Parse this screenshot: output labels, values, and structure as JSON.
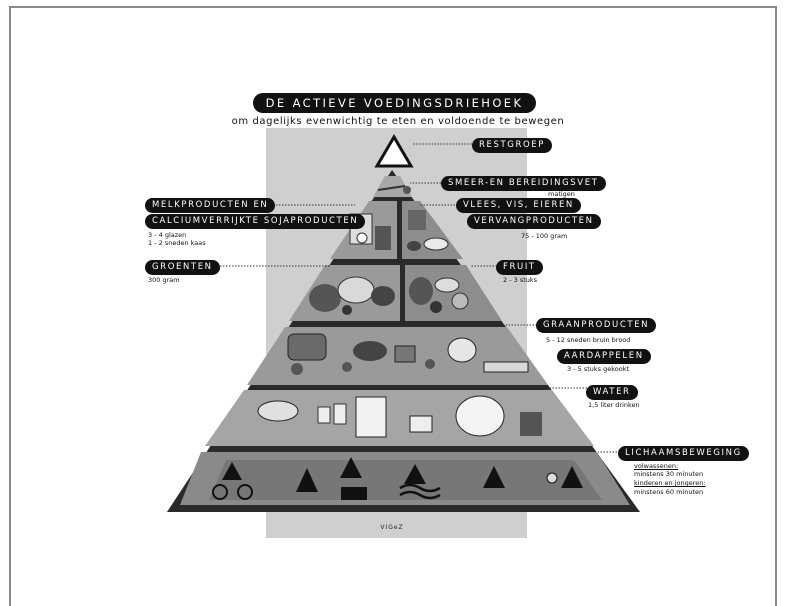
{
  "poster": {
    "title": "DE ACTIEVE VOEDINGSDRIEHOEK",
    "subtitle": "om dagelijks evenwichtig te eten en voldoende te bewegen",
    "footer": "VIGeZ"
  },
  "groups": {
    "restgroep": {
      "label": "RESTGROEP"
    },
    "smeer": {
      "label": "SMEER-EN BEREIDINGSVET",
      "note": "matigen"
    },
    "melk": {
      "label_line1": "MELKPRODUCTEN EN",
      "label_line2": "CALCIUMVERRIJKTE SOJAPRODUCTEN",
      "note_line1": "3 - 4 glazen",
      "note_line2": "1 - 2 sneden kaas"
    },
    "vlees": {
      "label_line1": "VLEES, VIS, EIEREN",
      "label_line2": "VERVANGPRODUCTEN",
      "note": "75 - 100 gram"
    },
    "groenten": {
      "label": "GROENTEN",
      "note": "300 gram"
    },
    "fruit": {
      "label": "FRUIT",
      "note": "2 - 3 stuks"
    },
    "graan": {
      "label": "GRAANPRODUCTEN",
      "note": "5 - 12 sneden bruin brood"
    },
    "aardappelen": {
      "label": "AARDAPPELEN",
      "note": "3 - 5 stuks gekookt"
    },
    "water": {
      "label": "WATER",
      "note": "1,5 liter drinken"
    },
    "beweging": {
      "label": "LICHAAMSBEWEGING",
      "note_line1": "volwassenen:",
      "note_line2": "minstens 30 minuten",
      "note_line3": "kinderen en jongeren:",
      "note_line4": "minstens 60 minuten"
    }
  },
  "colors": {
    "band": "#cfcfcf",
    "pyramid_frame": "#111111",
    "level_fill": "#9a9a9a",
    "level_inner": "#6f6f6f",
    "pill": "#111111"
  }
}
